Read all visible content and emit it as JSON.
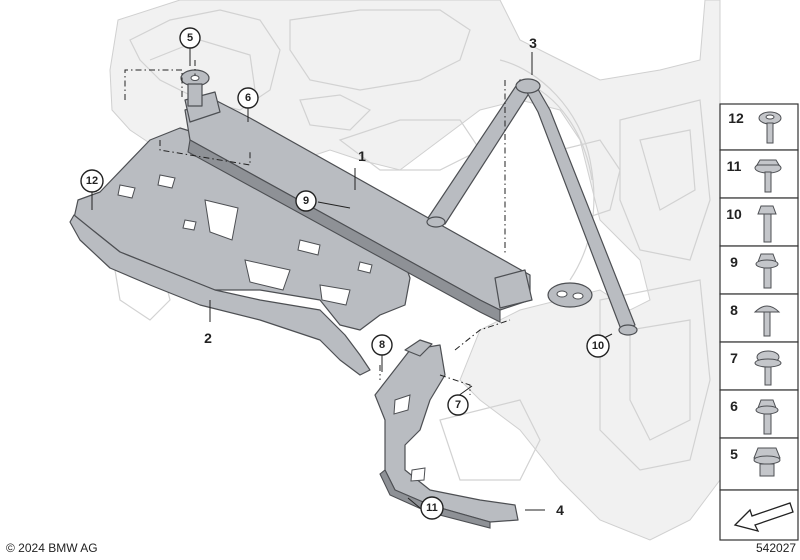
{
  "copyright": "© 2024 BMW AG",
  "diagram_number": "542027",
  "part_labels": [
    {
      "id": "1",
      "text": "1"
    },
    {
      "id": "2",
      "text": "2"
    },
    {
      "id": "3",
      "text": "3"
    },
    {
      "id": "4",
      "text": "4"
    }
  ],
  "callouts": [
    {
      "id": "5",
      "text": "5"
    },
    {
      "id": "6",
      "text": "6"
    },
    {
      "id": "7",
      "text": "7"
    },
    {
      "id": "8",
      "text": "8"
    },
    {
      "id": "9",
      "text": "9"
    },
    {
      "id": "10",
      "text": "10"
    },
    {
      "id": "11",
      "text": "11"
    },
    {
      "id": "12",
      "text": "12"
    }
  ],
  "legend": [
    "12",
    "11",
    "10",
    "9",
    "8",
    "7",
    "6",
    "5"
  ]
}
